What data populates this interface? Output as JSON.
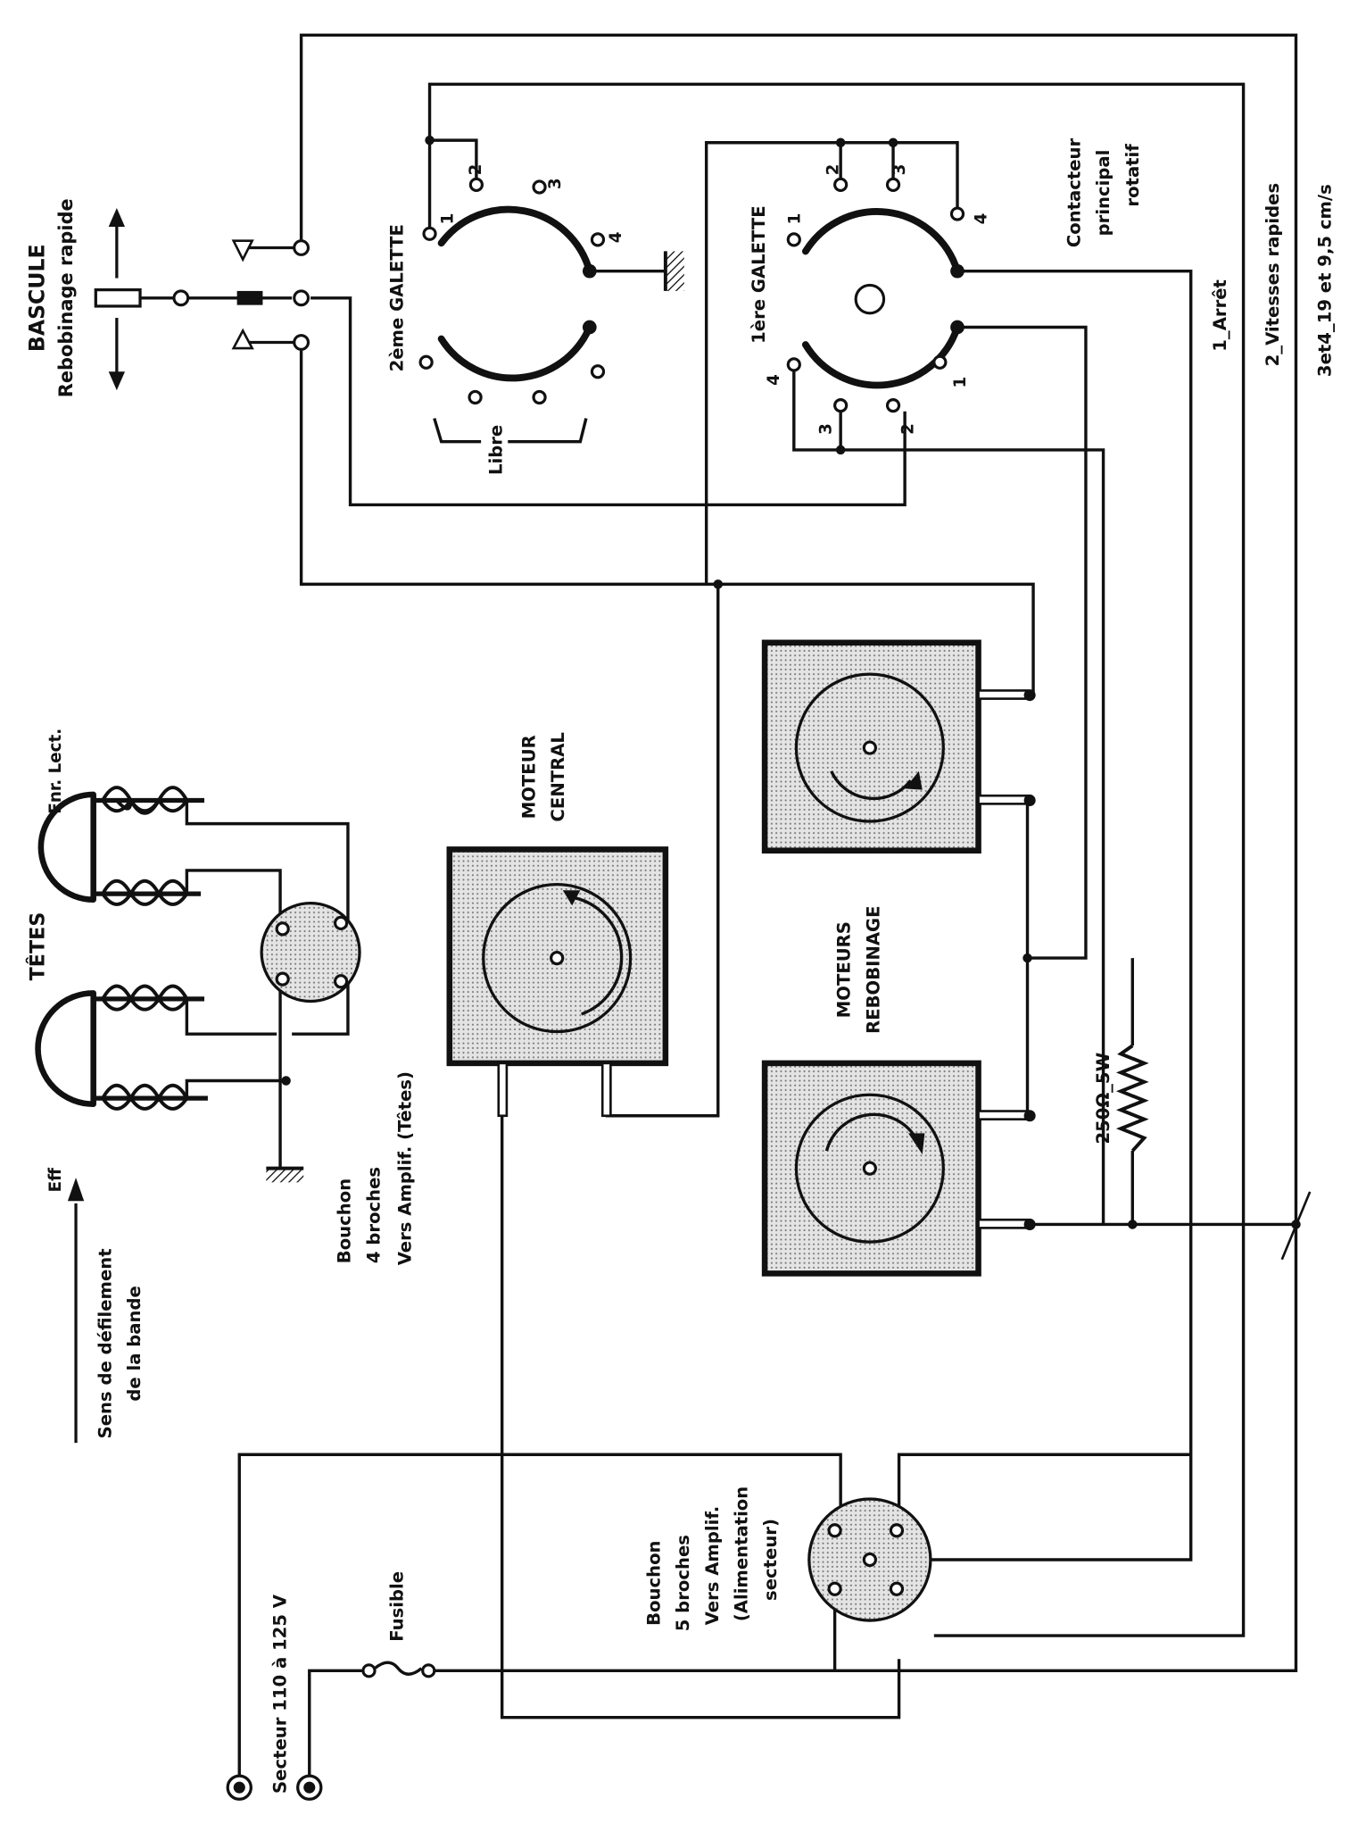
{
  "bascule": {
    "title": "BASCULE",
    "subtitle": "Rebobinage rapide"
  },
  "galette2": {
    "title": "2ème GALETTE",
    "contacts": [
      "1",
      "2",
      "3",
      "4"
    ],
    "free_label": "Libre"
  },
  "galette1": {
    "title": "1ère GALETTE",
    "contacts_top": [
      "1",
      "2",
      "3",
      "4"
    ],
    "contacts_bottom": [
      "4",
      "3",
      "2",
      "1"
    ]
  },
  "contacteur": {
    "line1": "Contacteur",
    "line2": "principal",
    "line3": "rotatif"
  },
  "positions": [
    "1_Arrêt",
    "2_Vitesses rapides",
    "3et4_19 et 9,5 cm/s"
  ],
  "tetes": {
    "title": "TÊTES",
    "rec_play": "Enr. Lect.",
    "erase": "Eff"
  },
  "tape_direction": {
    "line1": "Sens de défilement",
    "line2": "de la bande"
  },
  "plug4": {
    "line1": "Bouchon",
    "line2": "4 broches",
    "line3": "Vers Amplif. (Têtes)"
  },
  "moteur_central": {
    "line1": "MOTEUR",
    "line2": "CENTRAL"
  },
  "moteurs_rebobinage": {
    "line1": "MOTEURS",
    "line2": "REBOBINAGE"
  },
  "resistor": {
    "label": "250Ω_5W"
  },
  "mains": {
    "label": "Secteur 110 à 125 V",
    "fuse": "Fusible"
  },
  "plug5": {
    "line1": "Bouchon",
    "line2": "5 broches",
    "line3": "Vers Amplif.",
    "line4": "(Alimentation",
    "line5": "secteur)"
  }
}
